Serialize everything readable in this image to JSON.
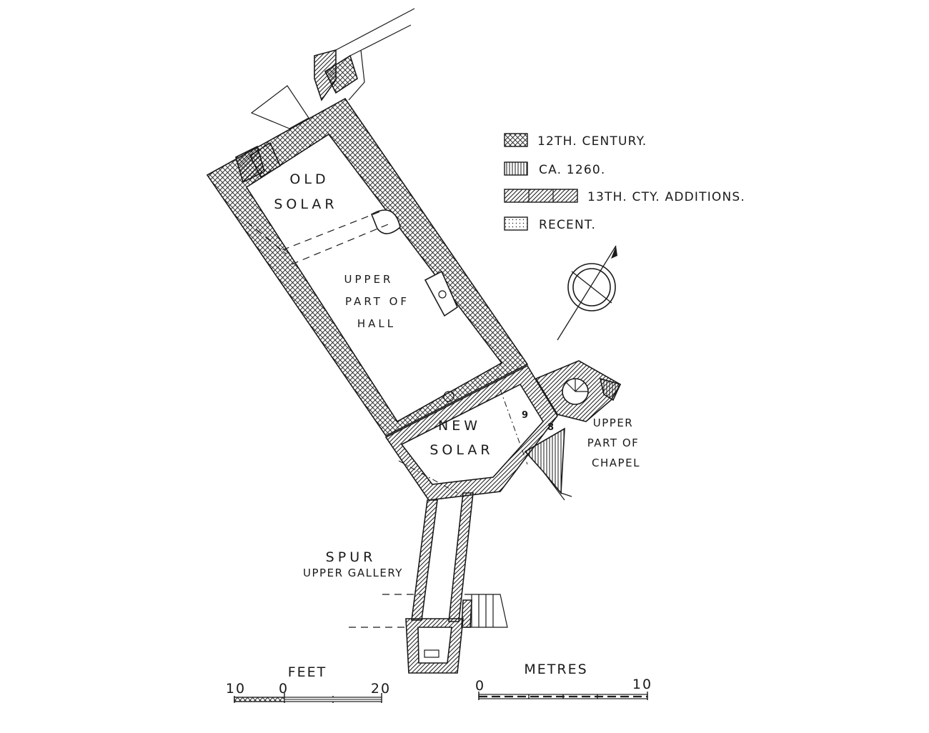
{
  "rooms": {
    "old_solar": [
      "OLD",
      "SOLAR"
    ],
    "upper_hall": [
      "UPPER",
      "PART OF",
      "HALL"
    ],
    "new_solar": [
      "NEW",
      "SOLAR"
    ],
    "chapel": [
      "UPPER",
      "PART OF",
      "CHAPEL"
    ],
    "spur": "SPUR",
    "spur_gallery": "UPPER GALLERY",
    "num_9": "9",
    "num_8": "8"
  },
  "legend": [
    {
      "label": "12TH. CENTURY.",
      "pattern": "crosshatch"
    },
    {
      "label": "CA. 1260.",
      "pattern": "vertical"
    },
    {
      "label": "13TH. CTY. ADDITIONS.",
      "pattern": "diagonal"
    },
    {
      "label": "RECENT.",
      "pattern": "dots"
    }
  ],
  "scale_feet": {
    "title": "FEET",
    "left": "10",
    "zero": "0",
    "right": "20"
  },
  "scale_metres": {
    "title": "METRES",
    "zero": "0",
    "right": "10"
  },
  "north_icon": "north-arrow-icon",
  "colors": {
    "ink": "#1a1a1a",
    "paper": "#ffffff"
  }
}
